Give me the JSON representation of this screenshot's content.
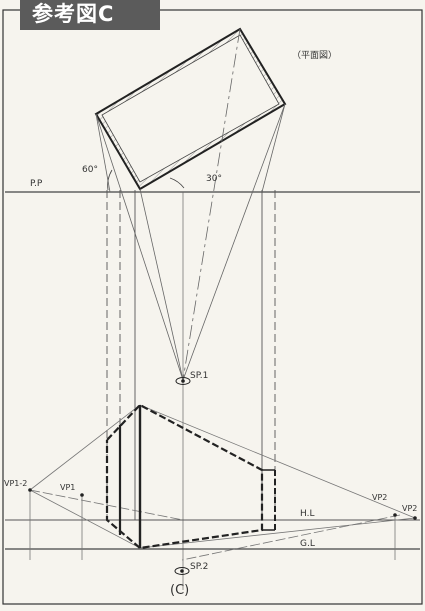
{
  "header": {
    "tag_label": "参考図C"
  },
  "plan": {
    "label": "（平面図）",
    "angle_left": "60°",
    "angle_right": "30°"
  },
  "lines": {
    "picture_plane": "P.P",
    "horizon": "H.L",
    "ground": "G.L"
  },
  "points": {
    "sp1": "SP.1",
    "sp2": "SP.2",
    "vp1_2": "VP1-2",
    "vp1": "VP1",
    "vp2": "VP2",
    "vp2_2": "VP2"
  },
  "caption": "(C)"
}
